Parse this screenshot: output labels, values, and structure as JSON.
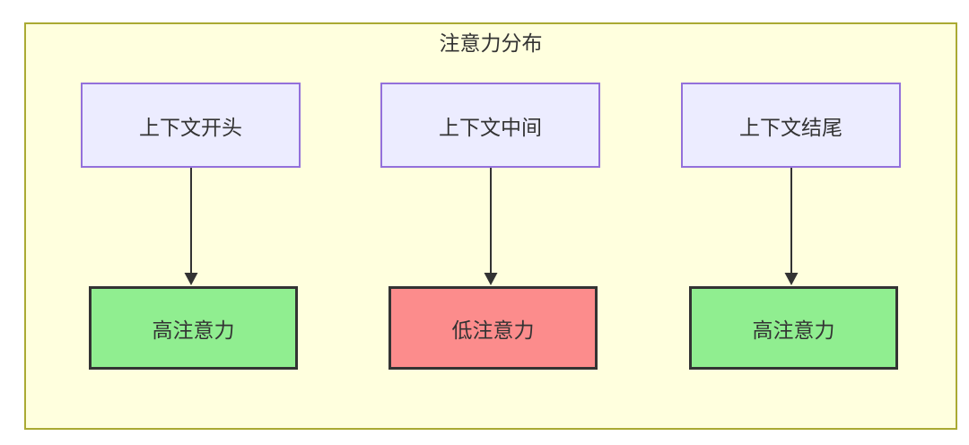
{
  "diagram": {
    "title": "注意力分布",
    "columns": [
      {
        "source": "上下文开头",
        "target": "高注意力",
        "target_type": "high"
      },
      {
        "source": "上下文中间",
        "target": "低注意力",
        "target_type": "low"
      },
      {
        "source": "上下文结尾",
        "target": "高注意力",
        "target_type": "high"
      }
    ],
    "colors": {
      "page_bg": "#ffffff",
      "container_fill": "#ffffde",
      "container_border": "#aaaa33",
      "source_fill": "#ececff",
      "source_border": "#9370db",
      "high_fill": "#90ee90",
      "low_fill": "#fc8c8c",
      "dark_border": "#333333",
      "arrow": "#333333",
      "text": "#333333"
    }
  }
}
